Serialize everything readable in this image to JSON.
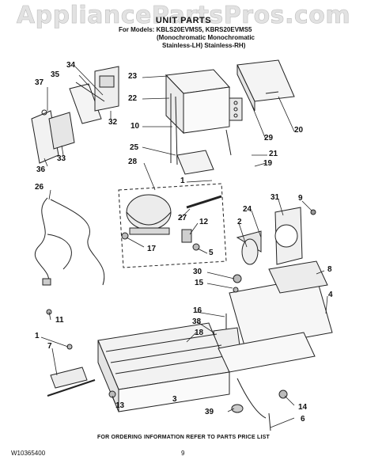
{
  "watermark": "AppliancePartsPros.com",
  "header": {
    "title": "UNIT PARTS",
    "models_line": "For Models: KBLS20EVMS5, KBRS20EVMS5",
    "variant_1": "(Monochromatic  Monochromatic",
    "variant_2": "Stainless-LH)   Stainless-RH)"
  },
  "callouts": [
    "37",
    "35",
    "34",
    "32",
    "33",
    "36",
    "23",
    "22",
    "10",
    "25",
    "28",
    "1",
    "26",
    "27",
    "12",
    "17",
    "5",
    "2",
    "24",
    "31",
    "9",
    "20",
    "29",
    "21",
    "19",
    "30",
    "15",
    "8",
    "4",
    "16",
    "38",
    "18",
    "11",
    "1",
    "7",
    "13",
    "39",
    "14",
    "6",
    "3"
  ],
  "footer": {
    "ordering_note": "FOR ORDERING INFORMATION REFER TO PARTS PRICE LIST",
    "document_number": "W10365400",
    "page_number": "9"
  }
}
